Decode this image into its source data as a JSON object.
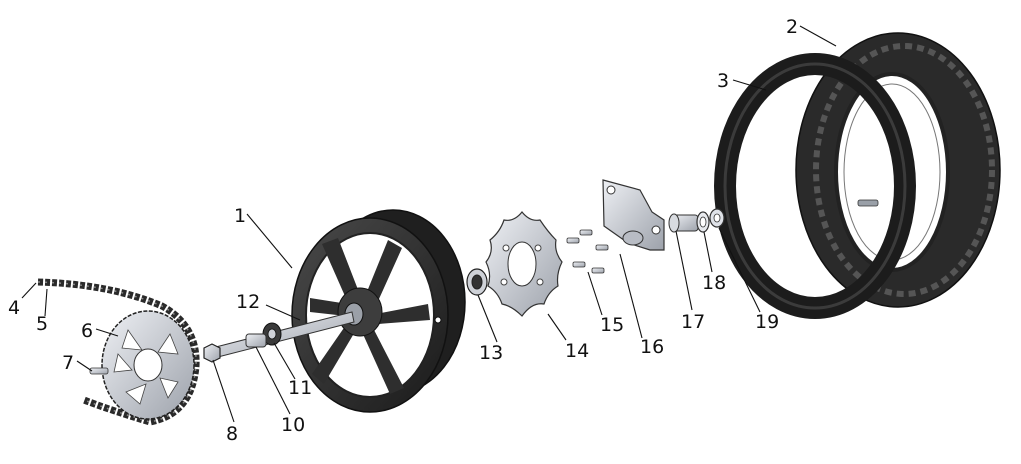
{
  "diagram": {
    "callouts": [
      {
        "id": "1",
        "label": "1"
      },
      {
        "id": "2",
        "label": "2"
      },
      {
        "id": "3",
        "label": "3"
      },
      {
        "id": "4",
        "label": "4"
      },
      {
        "id": "5",
        "label": "5"
      },
      {
        "id": "6",
        "label": "6"
      },
      {
        "id": "7",
        "label": "7"
      },
      {
        "id": "8",
        "label": "8"
      },
      {
        "id": "10",
        "label": "10"
      },
      {
        "id": "11",
        "label": "11"
      },
      {
        "id": "12",
        "label": "12"
      },
      {
        "id": "13",
        "label": "13"
      },
      {
        "id": "14",
        "label": "14"
      },
      {
        "id": "15",
        "label": "15"
      },
      {
        "id": "16",
        "label": "16"
      },
      {
        "id": "17",
        "label": "17"
      },
      {
        "id": "18",
        "label": "18"
      },
      {
        "id": "19",
        "label": "19"
      }
    ],
    "colors": {
      "tire": "#2b2b2b",
      "rim": "#3a3a3a",
      "metal": "#c9ccd3",
      "bracket": "#cfd3e0",
      "line": "#111111"
    }
  }
}
